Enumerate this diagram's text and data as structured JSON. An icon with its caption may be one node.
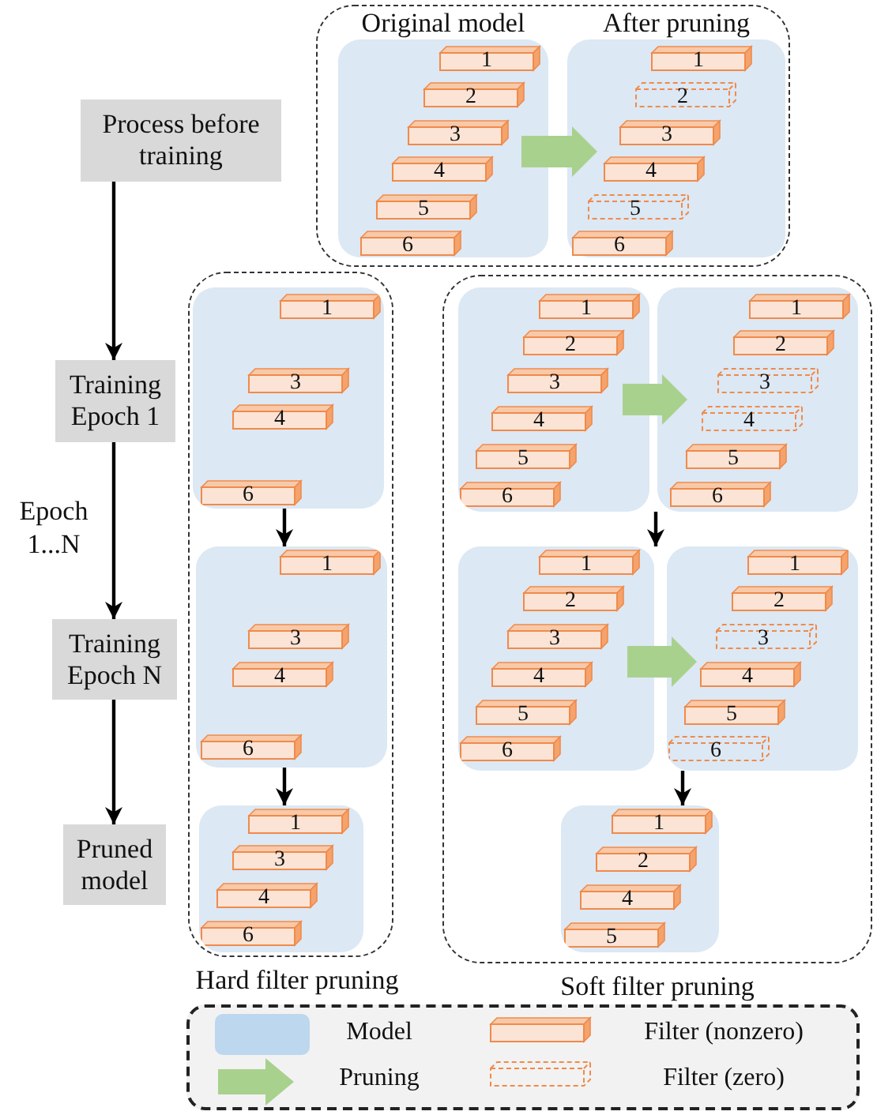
{
  "diagram": {
    "nodes": [
      {
        "text": [
          "Process before training"
        ]
      },
      {
        "text": [],
        "shape": "box"
      },
      {
        "text": [
          "Original model"
        ],
        "in": 1
      },
      {
        "text": [
          "1"
        ],
        "in": 2
      },
      {
        "text": [
          "2"
        ],
        "in": 2
      },
      {
        "text": [
          "3"
        ],
        "in": 2
      },
      {
        "text": [
          "4"
        ],
        "in": 2
      },
      {
        "text": [
          "5"
        ],
        "in": 2
      },
      {
        "text": [
          "6"
        ],
        "in": 2
      },
      {
        "text": [
          "After pruning"
        ],
        "in": 1
      },
      {
        "text": [
          "1"
        ],
        "in": 9
      },
      {
        "text": [
          "2"
        ],
        "in": 9
      },
      {
        "text": [
          "3"
        ],
        "in": 9
      },
      {
        "text": [
          "4"
        ],
        "in": 9
      },
      {
        "text": [
          "5"
        ],
        "in": 9
      },
      {
        "text": [
          "6"
        ],
        "in": 9
      },
      {
        "text": [
          "Training Epoch 1"
        ]
      },
      {
        "text": [
          "Hard filter pruning"
        ]
      },
      {
        "text": [],
        "shape": "box",
        "in": 17
      },
      {
        "text": [
          "1"
        ],
        "in": 18
      },
      {
        "text": [
          "3"
        ],
        "in": 18
      },
      {
        "text": [
          "4"
        ],
        "in": 18
      },
      {
        "text": [
          "6"
        ],
        "in": 18
      },
      {
        "text": [
          "Soft filter pruning"
        ]
      },
      {
        "text": [],
        "shape": "box",
        "in": 23
      },
      {
        "text": [
          "1"
        ],
        "in": 24
      },
      {
        "text": [
          "2"
        ],
        "in": 24
      },
      {
        "text": [
          "3"
        ],
        "in": 24
      },
      {
        "text": [
          "4"
        ],
        "in": 24
      },
      {
        "text": [
          "5"
        ],
        "in": 24
      },
      {
        "text": [
          "6"
        ],
        "in": 24
      },
      {
        "text": [],
        "shape": "box",
        "in": 23
      },
      {
        "text": [
          "1"
        ],
        "in": 31
      },
      {
        "text": [
          "2"
        ],
        "in": 31
      },
      {
        "text": [
          "3"
        ],
        "in": 31
      },
      {
        "text": [
          "4"
        ],
        "in": 31
      },
      {
        "text": [
          "5"
        ],
        "in": 31
      },
      {
        "text": [
          "6"
        ],
        "in": 31
      },
      {
        "text": [
          "Training Epoch N"
        ]
      },
      {
        "text": [],
        "shape": "box",
        "in": 17
      },
      {
        "text": [
          "1"
        ],
        "in": 39
      },
      {
        "text": [
          "3"
        ],
        "in": 39
      },
      {
        "text": [
          "4"
        ],
        "in": 39
      },
      {
        "text": [
          "6"
        ],
        "in": 39
      },
      {
        "text": [],
        "shape": "box",
        "in": 23
      },
      {
        "text": [
          "1"
        ],
        "in": 44
      },
      {
        "text": [
          "2"
        ],
        "in": 44
      },
      {
        "text": [
          "3"
        ],
        "in": 44
      },
      {
        "text": [
          "4"
        ],
        "in": 44
      },
      {
        "text": [
          "5"
        ],
        "in": 44
      },
      {
        "text": [
          "6"
        ],
        "in": 44
      },
      {
        "text": [],
        "shape": "box",
        "in": 23
      },
      {
        "text": [
          "1"
        ],
        "in": 51
      },
      {
        "text": [
          "2"
        ],
        "in": 51
      },
      {
        "text": [
          "3"
        ],
        "in": 51
      },
      {
        "text": [
          "4"
        ],
        "in": 51
      },
      {
        "text": [
          "5"
        ],
        "in": 51
      },
      {
        "text": [
          "6"
        ],
        "in": 51
      },
      {
        "text": [
          "Pruned model"
        ]
      },
      {
        "text": [],
        "shape": "box",
        "in": 17
      },
      {
        "text": [
          "1"
        ],
        "in": 59
      },
      {
        "text": [
          "3"
        ],
        "in": 59
      },
      {
        "text": [
          "4"
        ],
        "in": 59
      },
      {
        "text": [
          "6"
        ],
        "in": 59
      },
      {
        "text": [],
        "shape": "box",
        "in": 23
      },
      {
        "text": [
          "1"
        ],
        "in": 64
      },
      {
        "text": [
          "2"
        ],
        "in": 64
      },
      {
        "text": [
          "4"
        ],
        "in": 64
      },
      {
        "text": [
          "5"
        ],
        "in": 64
      }
    ],
    "edges": [
      {
        "from": 0,
        "to": 16,
        "arrow": "to"
      },
      {
        "from": 16,
        "to": 38,
        "arrow": "to",
        "label": "Epoch 1...N"
      },
      {
        "from": 38,
        "to": 58,
        "arrow": "to"
      },
      {
        "from": 2,
        "to": 9,
        "arrow": "to",
        "style": "thick",
        "color": "#a9d18e"
      },
      {
        "from": 18,
        "to": 39,
        "arrow": "to"
      },
      {
        "from": 39,
        "to": 59,
        "arrow": "to"
      },
      {
        "from": 24,
        "to": 31,
        "arrow": "to",
        "style": "thick",
        "color": "#a9d18e"
      },
      {
        "from": 31,
        "to": 44,
        "arrow": "to"
      },
      {
        "from": 44,
        "to": 51,
        "arrow": "to",
        "style": "thick",
        "color": "#a9d18e"
      },
      {
        "from": 51,
        "to": 64,
        "arrow": "to"
      }
    ],
    "legend": [
      {
        "text": "Model",
        "color": "#bdd7ee"
      },
      {
        "text": "Pruning"
      },
      {
        "text": "Filter (nonzero)"
      },
      {
        "text": "Filter (zero)"
      }
    ]
  }
}
